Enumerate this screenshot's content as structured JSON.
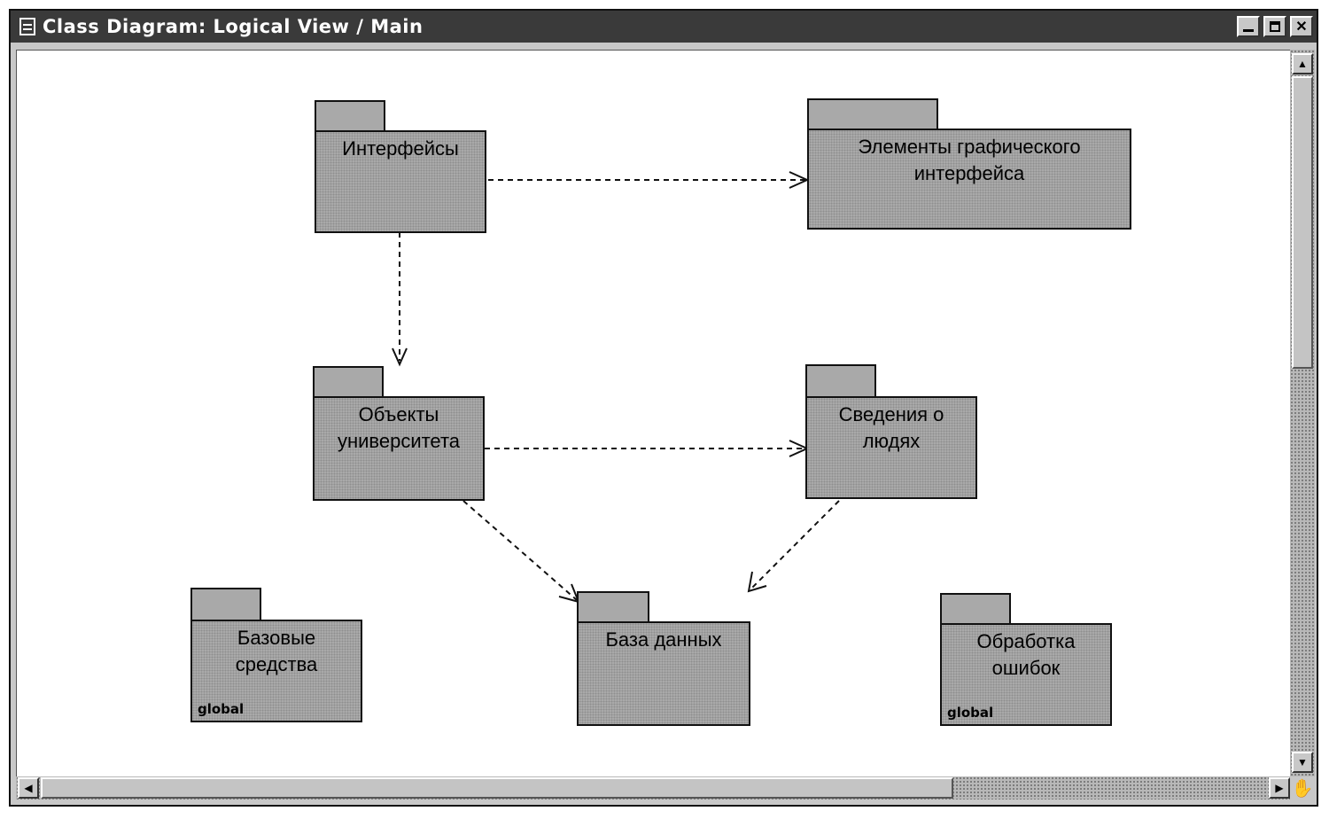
{
  "window": {
    "title": "Class Diagram: Logical View / Main",
    "icons": {
      "title": "diagram-icon",
      "minimize": "minimize-icon",
      "maximize": "maximize-icon",
      "close": "close-icon",
      "scroll_up": "arrow-up-icon",
      "scroll_down": "arrow-down-icon",
      "scroll_left": "arrow-left-icon",
      "scroll_right": "arrow-right-icon",
      "hand": "hand-icon"
    },
    "close_glyph": "✕"
  },
  "diagram": {
    "packages": [
      {
        "id": "interfaces",
        "name": "Интерфейсы",
        "scope": ""
      },
      {
        "id": "gui",
        "name": "Элементы графического интерфейса",
        "scope": ""
      },
      {
        "id": "univ",
        "name": "Объекты университета",
        "scope": ""
      },
      {
        "id": "people",
        "name": "Сведения о людях",
        "scope": ""
      },
      {
        "id": "base",
        "name": "Базовые средства",
        "scope": "global"
      },
      {
        "id": "db",
        "name": "База данных",
        "scope": ""
      },
      {
        "id": "errors",
        "name": "Обработка ошибок",
        "scope": "global"
      }
    ],
    "dependencies": [
      {
        "from": "interfaces",
        "to": "gui"
      },
      {
        "from": "interfaces",
        "to": "univ"
      },
      {
        "from": "univ",
        "to": "people"
      },
      {
        "from": "univ",
        "to": "db"
      },
      {
        "from": "people",
        "to": "db"
      }
    ]
  }
}
